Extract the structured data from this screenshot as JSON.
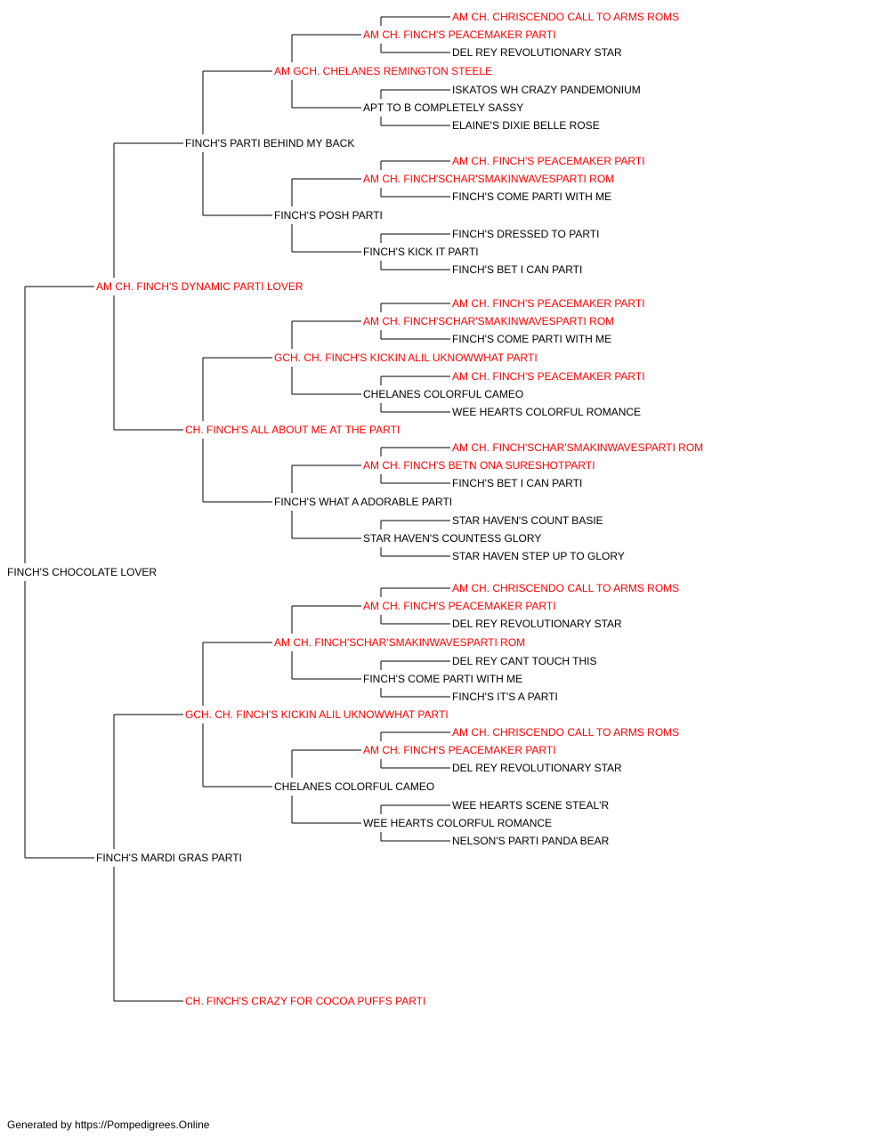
{
  "colors": {
    "titled": "#ff0000",
    "plain": "#000000",
    "line": "#000000",
    "background": "#ffffff"
  },
  "pedigree": {
    "subject": {
      "name": "FINCH'S CHOCOLATE LOVER",
      "titled": false
    },
    "sire": {
      "name": "AM CH. FINCH'S DYNAMIC PARTI LOVER",
      "titled": true,
      "sire": {
        "name": "FINCH'S PARTI BEHIND MY BACK",
        "titled": false,
        "sire": {
          "name": "AM GCH. CHELANES REMINGTON STEELE",
          "titled": true,
          "sire": {
            "name": "AM CH. FINCH'S PEACEMAKER PARTI",
            "titled": true,
            "sire": {
              "name": "AM CH. CHRISCENDO CALL TO ARMS ROMS",
              "titled": true
            },
            "dam": {
              "name": "DEL REY REVOLUTIONARY STAR",
              "titled": false
            }
          },
          "dam": {
            "name": "APT TO B COMPLETELY SASSY",
            "titled": false,
            "sire": {
              "name": "ISKATOS WH CRAZY PANDEMONIUM",
              "titled": false
            },
            "dam": {
              "name": "ELAINE'S DIXIE BELLE ROSE",
              "titled": false
            }
          }
        },
        "dam": {
          "name": "FINCH'S POSH PARTI",
          "titled": false,
          "sire": {
            "name": "AM CH. FINCH'SCHAR'SMAKINWAVESPARTI ROM",
            "titled": true,
            "sire": {
              "name": "AM CH. FINCH'S PEACEMAKER PARTI",
              "titled": true
            },
            "dam": {
              "name": "FINCH'S COME PARTI WITH ME",
              "titled": false
            }
          },
          "dam": {
            "name": "FINCH'S KICK IT PARTI",
            "titled": false,
            "sire": {
              "name": "FINCH'S DRESSED TO PARTI",
              "titled": false
            },
            "dam": {
              "name": "FINCH'S BET I CAN PARTI",
              "titled": false
            }
          }
        }
      },
      "dam": {
        "name": "CH. FINCH'S ALL ABOUT ME AT THE PARTI",
        "titled": true,
        "sire": {
          "name": "GCH. CH. FINCH'S KICKIN ALIL UKNOWWHAT PARTI",
          "titled": true,
          "sire": {
            "name": "AM CH. FINCH'SCHAR'SMAKINWAVESPARTI ROM",
            "titled": true,
            "sire": {
              "name": "AM CH. FINCH'S PEACEMAKER PARTI",
              "titled": true
            },
            "dam": {
              "name": "FINCH'S COME PARTI WITH ME",
              "titled": false
            }
          },
          "dam": {
            "name": "CHELANES COLORFUL CAMEO",
            "titled": false,
            "sire": {
              "name": "AM CH. FINCH'S PEACEMAKER PARTI",
              "titled": true
            },
            "dam": {
              "name": "WEE HEARTS COLORFUL ROMANCE",
              "titled": false
            }
          }
        },
        "dam": {
          "name": "FINCH'S WHAT A ADORABLE PARTI",
          "titled": false,
          "sire": {
            "name": "AM CH. FINCH'S BETN ONA SURESHOTPARTI",
            "titled": true,
            "sire": {
              "name": "AM CH. FINCH'SCHAR'SMAKINWAVESPARTI ROM",
              "titled": true
            },
            "dam": {
              "name": "FINCH'S BET I CAN PARTI",
              "titled": false
            }
          },
          "dam": {
            "name": "STAR HAVEN'S COUNTESS GLORY",
            "titled": false,
            "sire": {
              "name": "STAR HAVEN'S COUNT BASIE",
              "titled": false
            },
            "dam": {
              "name": "STAR HAVEN STEP UP TO GLORY",
              "titled": false
            }
          }
        }
      }
    },
    "dam": {
      "name": "FINCH'S MARDI GRAS PARTI",
      "titled": false,
      "sire": {
        "name": "GCH. CH. FINCH'S KICKIN ALIL UKNOWWHAT PARTI",
        "titled": true,
        "sire": {
          "name": "AM CH. FINCH'SCHAR'SMAKINWAVESPARTI ROM",
          "titled": true,
          "sire": {
            "name": "AM CH. FINCH'S PEACEMAKER PARTI",
            "titled": true,
            "sire": {
              "name": "AM CH. CHRISCENDO CALL TO ARMS ROMS",
              "titled": true
            },
            "dam": {
              "name": "DEL REY REVOLUTIONARY STAR",
              "titled": false
            }
          },
          "dam": {
            "name": "FINCH'S COME PARTI WITH ME",
            "titled": false,
            "sire": {
              "name": "DEL REY CANT TOUCH THIS",
              "titled": false
            },
            "dam": {
              "name": "FINCH'S IT'S A PARTI",
              "titled": false
            }
          }
        },
        "dam": {
          "name": "CHELANES COLORFUL CAMEO",
          "titled": false,
          "sire": {
            "name": "AM CH. FINCH'S PEACEMAKER PARTI",
            "titled": true,
            "sire": {
              "name": "AM CH. CHRISCENDO CALL TO ARMS ROMS",
              "titled": true
            },
            "dam": {
              "name": "DEL REY REVOLUTIONARY STAR",
              "titled": false
            }
          },
          "dam": {
            "name": "WEE HEARTS COLORFUL ROMANCE",
            "titled": false,
            "sire": {
              "name": "WEE HEARTS SCENE STEAL'R",
              "titled": false
            },
            "dam": {
              "name": "NELSON'S PARTI PANDA BEAR",
              "titled": false
            }
          }
        }
      },
      "dam": {
        "name": "CH. FINCH'S CRAZY FOR COCOA PUFFS PARTI",
        "titled": true
      }
    }
  },
  "footer": "Generated by https://Pompedigrees.Online"
}
